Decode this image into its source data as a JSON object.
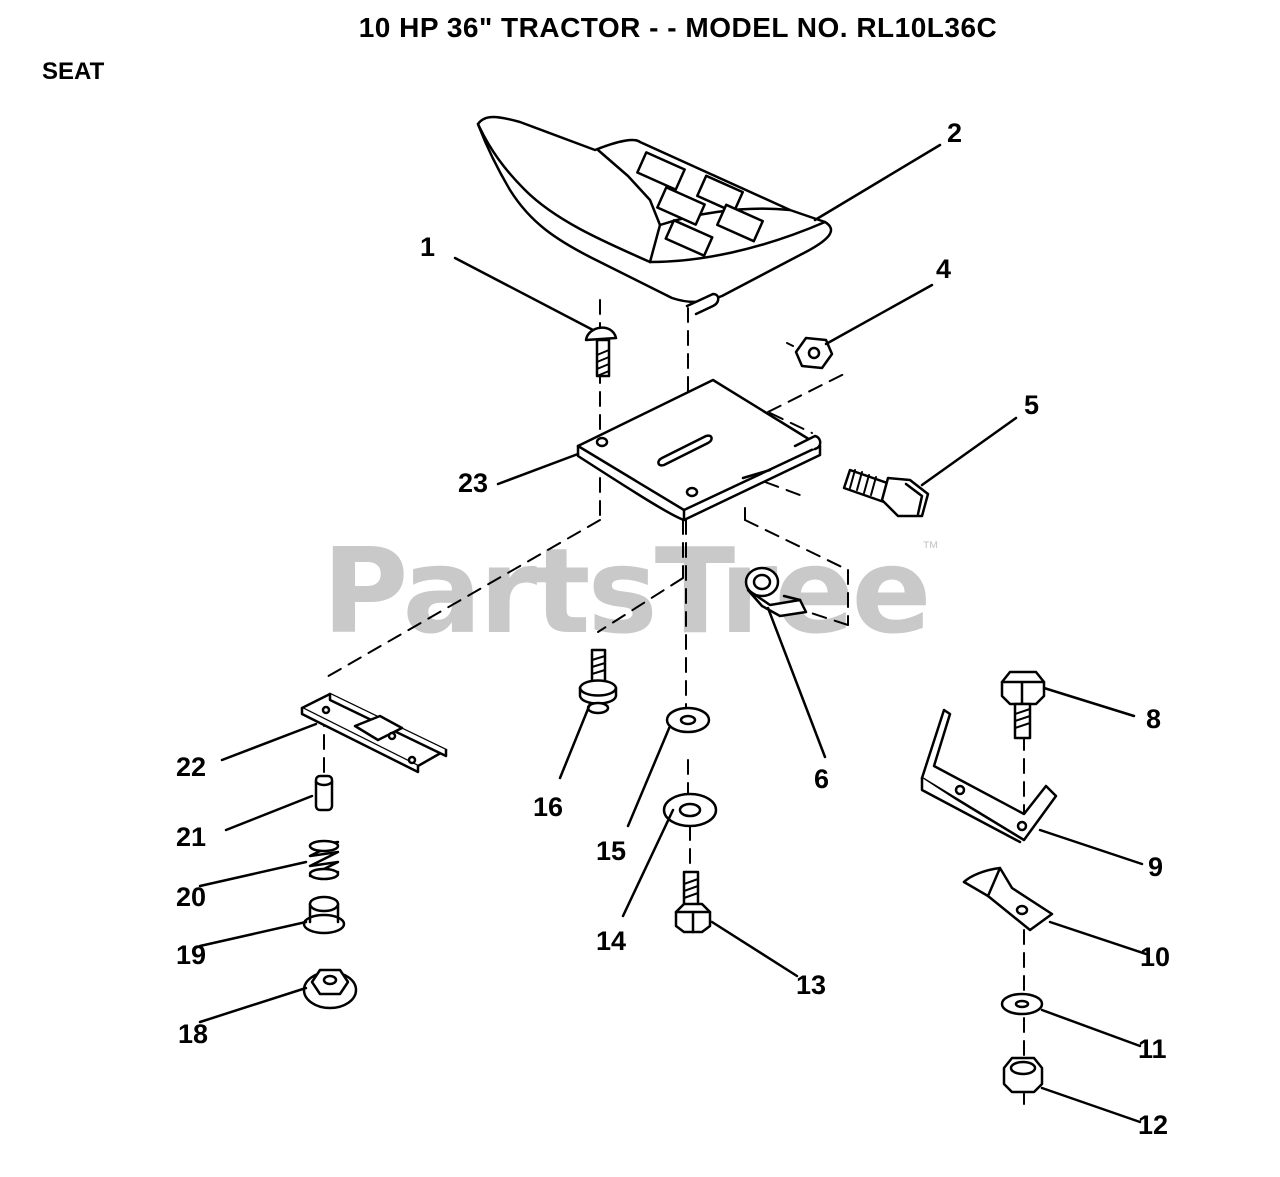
{
  "header": {
    "title": "10 HP 36\" TRACTOR - - MODEL NO. RL10L36C",
    "section": "SEAT"
  },
  "watermark": {
    "text": "PartsTree",
    "tm": "™"
  },
  "callouts": {
    "p1": "1",
    "p2": "2",
    "p4": "4",
    "p5": "5",
    "p6": "6",
    "p8": "8",
    "p9": "9",
    "p10": "10",
    "p11": "11",
    "p12": "12",
    "p13": "13",
    "p14": "14",
    "p15": "15",
    "p16": "16",
    "p18": "18",
    "p19": "19",
    "p20": "20",
    "p21": "21",
    "p22": "22",
    "p23": "23"
  },
  "parts": [
    {
      "id": "1",
      "name": "carriage-bolt"
    },
    {
      "id": "2",
      "name": "seat"
    },
    {
      "id": "4",
      "name": "hex-nut"
    },
    {
      "id": "5",
      "name": "shoulder-bolt"
    },
    {
      "id": "6",
      "name": "clamp"
    },
    {
      "id": "8",
      "name": "hex-bolt"
    },
    {
      "id": "9",
      "name": "bracket"
    },
    {
      "id": "10",
      "name": "spring-plate"
    },
    {
      "id": "11",
      "name": "washer"
    },
    {
      "id": "12",
      "name": "lock-nut"
    },
    {
      "id": "13",
      "name": "hex-bolt"
    },
    {
      "id": "14",
      "name": "washer"
    },
    {
      "id": "15",
      "name": "washer"
    },
    {
      "id": "16",
      "name": "shoulder-screw"
    },
    {
      "id": "18",
      "name": "flange-nut"
    },
    {
      "id": "19",
      "name": "spacer"
    },
    {
      "id": "20",
      "name": "spring"
    },
    {
      "id": "21",
      "name": "pin"
    },
    {
      "id": "22",
      "name": "seat-track"
    },
    {
      "id": "23",
      "name": "seat-pan"
    }
  ]
}
